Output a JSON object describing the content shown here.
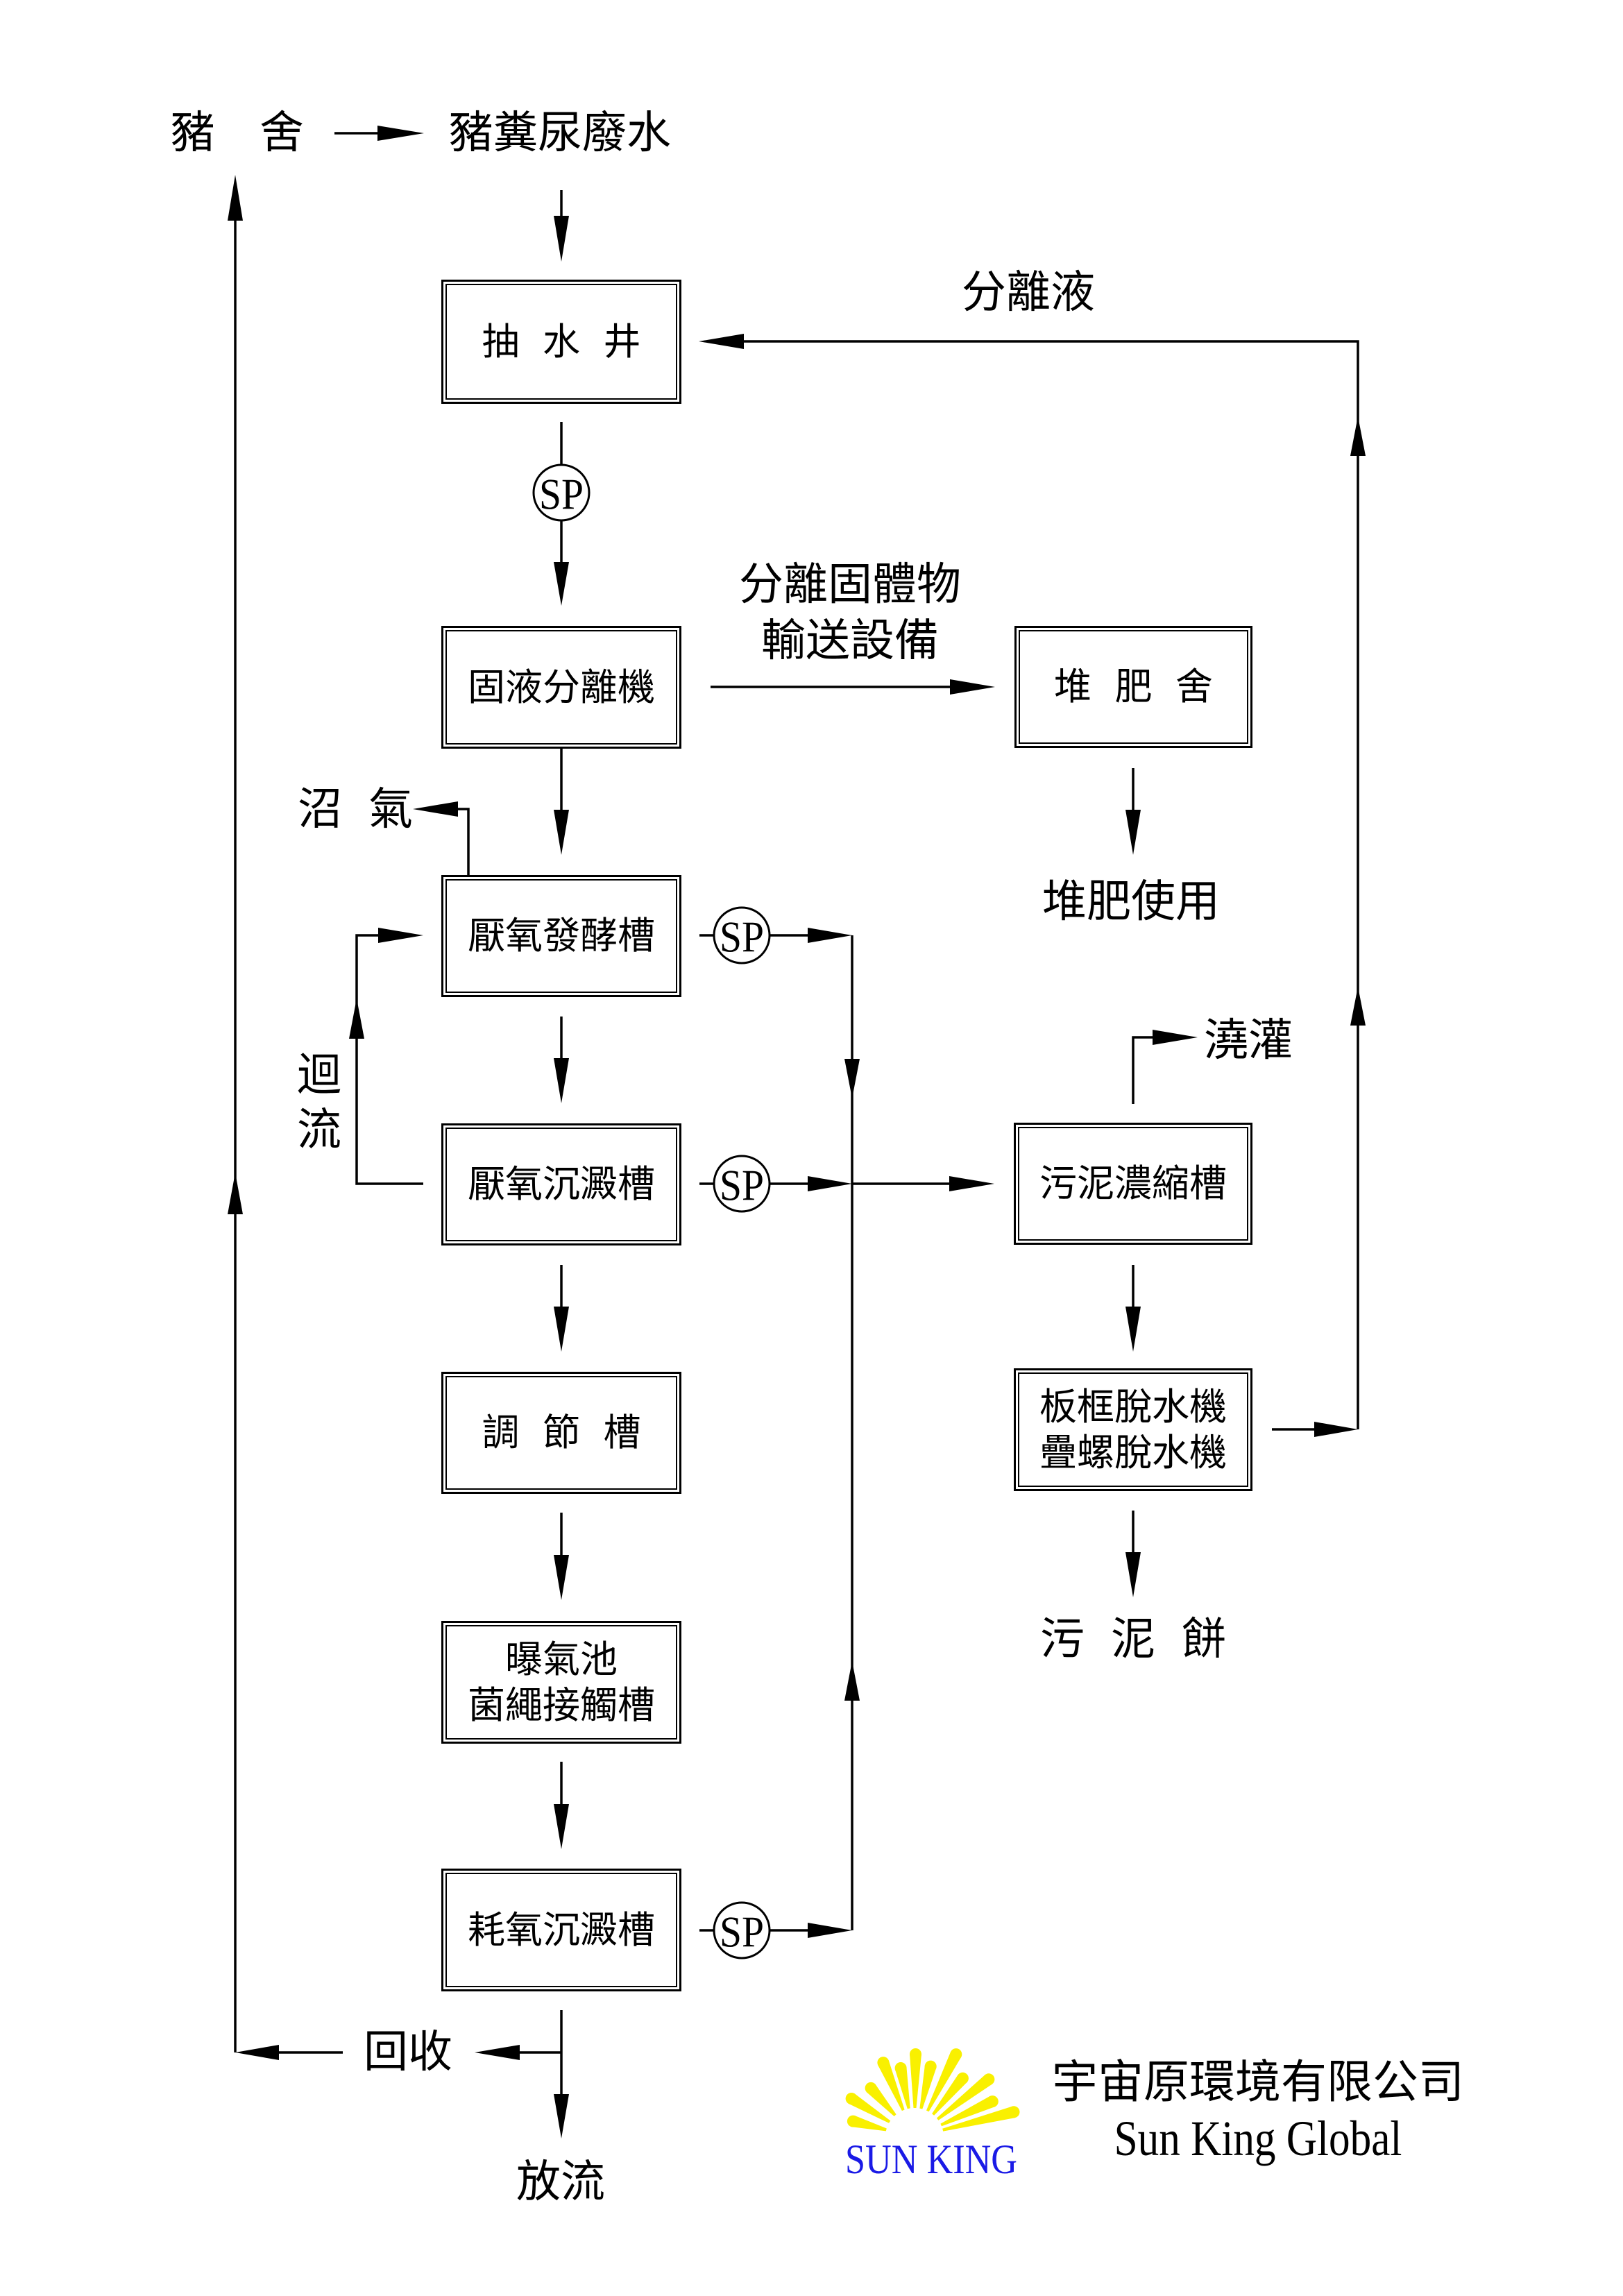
{
  "header": {
    "pig_house": "豬 舍",
    "pig_wastewater": "豬糞尿廢水"
  },
  "process_units": {
    "pump_well": "抽 水 井",
    "solid_liquid_separator": "固液分離機",
    "anaerobic_digester": "厭氧發酵槽",
    "anaerobic_settling_tank": "厭氧沉澱槽",
    "equalization_tank": "調 節 槽",
    "aeration": [
      "曝氣池",
      "菌繩接觸槽"
    ],
    "aerobic_settling_tank": "耗氧沉澱槽",
    "compost_house": "堆 肥 舍",
    "sludge_thickener": "污泥濃縮槽",
    "dewatering": [
      "板框脫水機",
      "疊螺脫水機"
    ]
  },
  "flow_labels": {
    "separated_liquid": "分離液",
    "solids_conveyor": [
      "分離固體物",
      "輸送設備"
    ],
    "compost_use": "堆肥使用",
    "biogas": "沼 氣",
    "recirculation": [
      "迴",
      "流"
    ],
    "irrigation": "澆灌",
    "sludge_cake": "污 泥 餅",
    "recovery": "回收",
    "discharge": "放流"
  },
  "pumps": [
    {
      "label": "SP",
      "location": "pump well outlet"
    },
    {
      "label": "SP",
      "location": "anaerobic digester outlet"
    },
    {
      "label": "SP",
      "location": "anaerobic settling tank outlet"
    },
    {
      "label": "SP",
      "location": "aerobic settling tank outlet"
    }
  ],
  "footer": {
    "logo_text": "SUN KING",
    "company_zh": "宇宙原環境有限公司",
    "company_en": "Sun King Global"
  },
  "colors": {
    "line": "#000000",
    "logo_rays": "#f9f000",
    "logo_text": "#1a1ae6"
  }
}
